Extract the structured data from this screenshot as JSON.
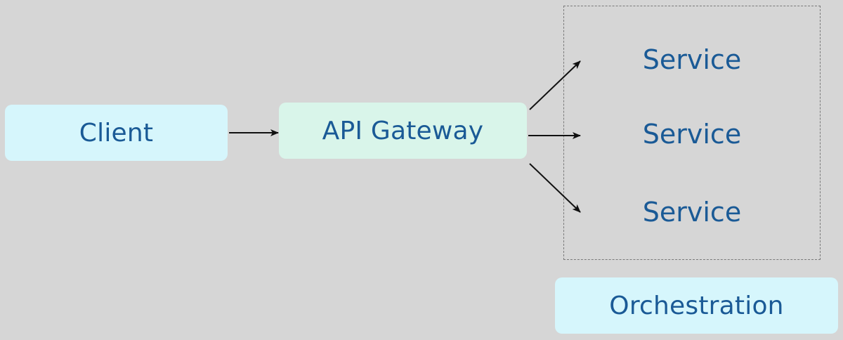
{
  "nodes": {
    "client": "Client",
    "gateway": "API Gateway",
    "services": [
      "Service",
      "Service",
      "Service"
    ],
    "orchestration": "Orchestration"
  },
  "edges": [
    {
      "from": "Client",
      "to": "API Gateway"
    },
    {
      "from": "API Gateway",
      "to": "Service 1"
    },
    {
      "from": "API Gateway",
      "to": "Service 2"
    },
    {
      "from": "API Gateway",
      "to": "Service 3"
    }
  ],
  "colors": {
    "background": "#d6d6d6",
    "client_fill": "#d6f6fc",
    "gateway_fill": "#d9f5ea",
    "orchestration_fill": "#d6f6fc",
    "text": "#1a5a96",
    "arrow": "#111111",
    "container_border": "#7a7a7a"
  }
}
